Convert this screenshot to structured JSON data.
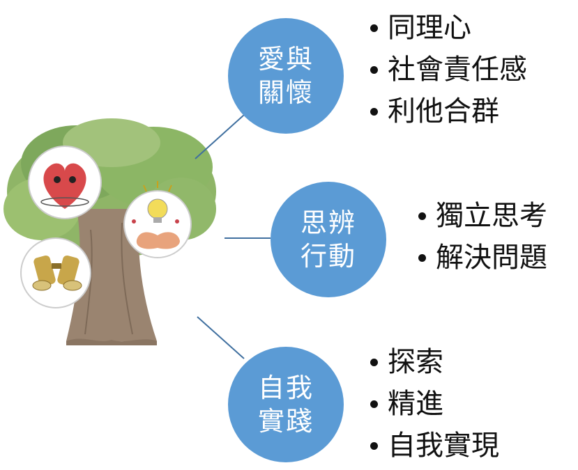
{
  "nodes": [
    {
      "id": "love",
      "line1": "愛與",
      "line2": "關懷",
      "bullets": [
        "同理心",
        "社會責任感",
        "利他合群"
      ]
    },
    {
      "id": "think",
      "line1": "思辨",
      "line2": "行動",
      "bullets": [
        "獨立思考",
        "解決問題"
      ]
    },
    {
      "id": "self",
      "line1": "自我",
      "line2": "實踐",
      "bullets": [
        "探索",
        "精進",
        "自我實現"
      ]
    }
  ],
  "colors": {
    "node_fill": "#5b9bd5",
    "connector": "#3f6f9f",
    "canopy": "#8fb567",
    "trunk": "#9a8470",
    "heart": "#d8494b",
    "bulb": "#f2dc5a"
  },
  "icons": [
    "tree-illustration",
    "heart-icon",
    "lightbulb-brain-icon",
    "binoculars-icon"
  ]
}
